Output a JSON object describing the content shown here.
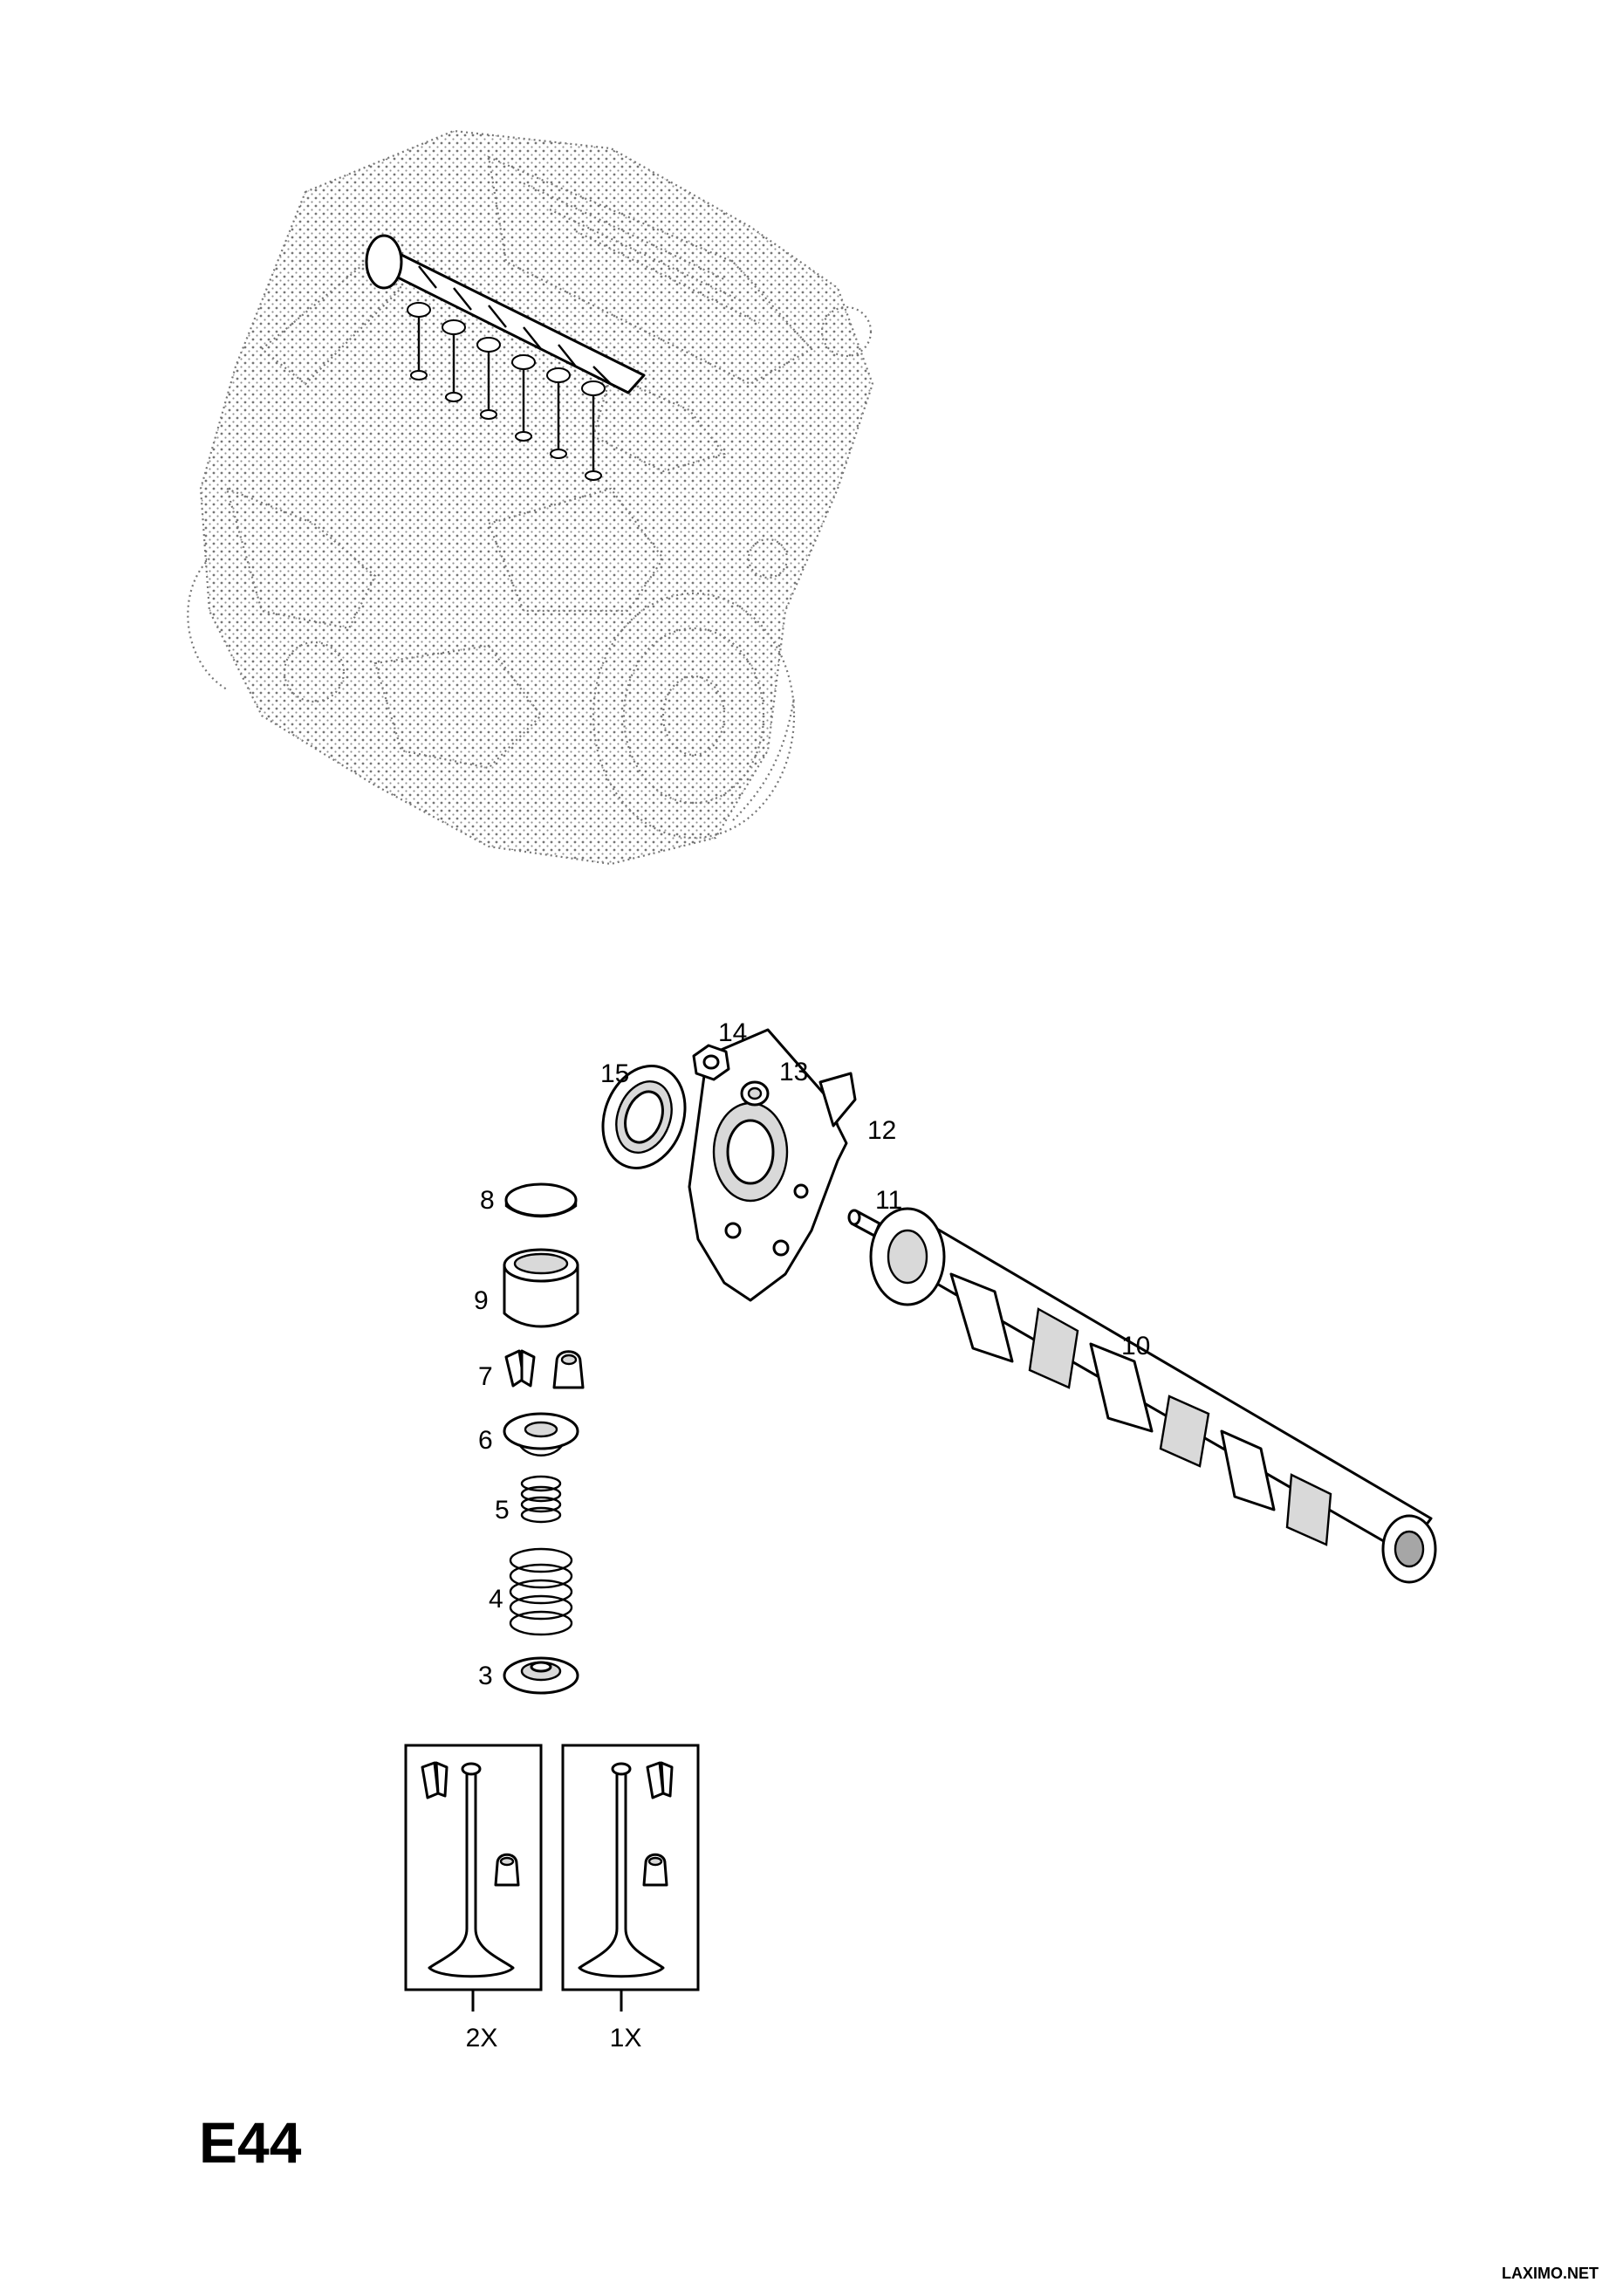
{
  "diagram": {
    "page_code": "E44",
    "watermark": "LAXIMO.NET",
    "callouts": {
      "c3": "3",
      "c4": "4",
      "c5": "5",
      "c6": "6",
      "c7": "7",
      "c8": "8",
      "c9": "9",
      "c10": "10",
      "c11": "11",
      "c12": "12",
      "c13": "13",
      "c14": "14",
      "c15": "15"
    },
    "valve_boxes": {
      "left_qty": "2X",
      "right_qty": "1X"
    }
  }
}
